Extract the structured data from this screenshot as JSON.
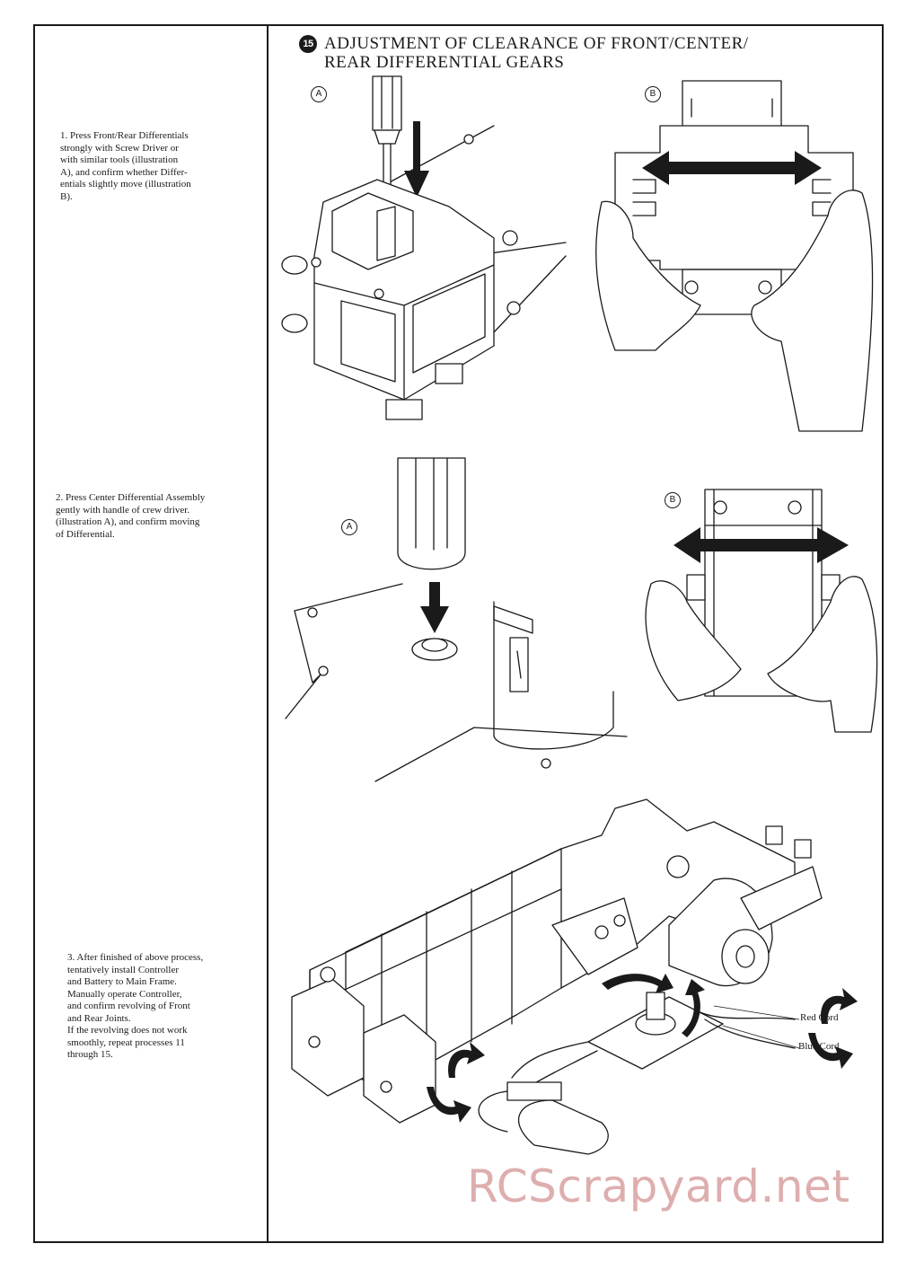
{
  "header": {
    "step_number": "15",
    "title": "ADJUSTMENT OF CLEARANCE OF FRONT/CENTER/\nREAR DIFFERENTIAL GEARS"
  },
  "instructions": [
    {
      "text": "1. Press Front/Rear  Differentials\n    strongly with Screw Driver or\n    with similar tools (illustration\n    A), and confirm whether Differ-\n    entials slightly move (illustration\n    B)."
    },
    {
      "text": "2. Press Center Differential Assembly\n    gently with handle of crew driver.\n    (illustration A), and confirm moving\n    of Differential."
    },
    {
      "text": "3. After  finished  of  above process,\n    tentatively install Controller\n    and Battery to Main Frame.\n    Manually operate Controller,\n    and confirm revolving of Front\n    and Rear Joints.\n    If the revolving does not work\n    smoothly, repeat processes 11\n    through 15."
    }
  ],
  "illustration_labels": {
    "a": "A",
    "b": "B"
  },
  "cords": {
    "red": "Red Cord",
    "blue": "Blue Cord"
  },
  "watermark": "RCScrapyard.net",
  "colors": {
    "ink": "#1a1a1a",
    "watermark": "#d9a0a0"
  }
}
